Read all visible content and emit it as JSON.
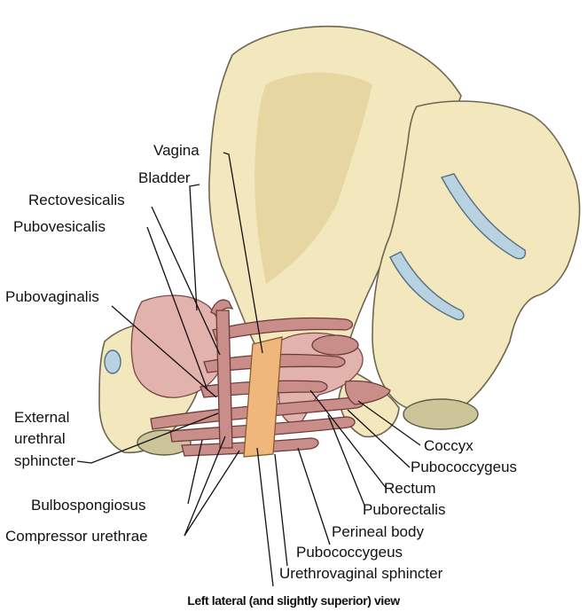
{
  "labels": {
    "vagina": "Vagina",
    "bladder": "Bladder",
    "rectovesicalis": "Rectovesicalis",
    "pubovesicalis": "Pubovesicalis",
    "pubovaginalis": "Pubovaginalis",
    "external_line1": "External",
    "external_line2": "urethral",
    "external_line3": "sphincter",
    "bulbospongiosus": "Bulbospongiosus",
    "compressor_urethrae": "Compressor urethrae",
    "coccyx": "Coccyx",
    "pubococcygeus_right": "Pubococcygeus",
    "rectum": "Rectum",
    "puborectalis": "Puborectalis",
    "perineal_body": "Perineal body",
    "pubococcygeus_bottom": "Pubococcygeus",
    "urethrovaginal_sphincter": "Urethrovaginal sphincter"
  },
  "caption": "Left lateral (and slightly superior) view",
  "colors": {
    "bone": "#f3e7bd",
    "disc": "#b9d2e2",
    "muscle": "#c98e8a",
    "vagina": "#f0b77c"
  }
}
